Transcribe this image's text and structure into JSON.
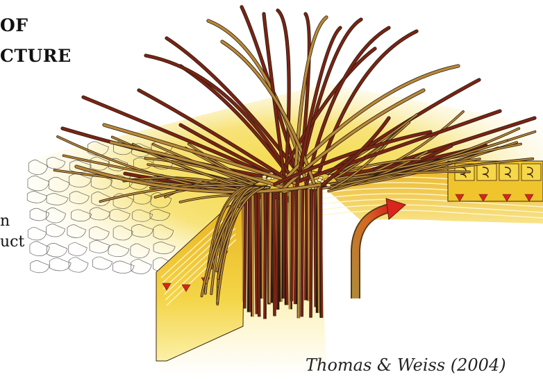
{
  "labels": {
    "title_line_1": "OF",
    "title_line_2": "CTURE",
    "side_label_1": "n",
    "side_label_2": "uct"
  },
  "credit": "Thomas & Weiss (2004)",
  "colors": {
    "sediment_light": "#fbf2b6",
    "sediment_yellow": "#f3d73c",
    "sediment_gold": "#e3a81a",
    "fiber_brown": "#7a2414",
    "fiber_tan": "#b8893a",
    "arrow_red": "#d8261c",
    "outline": "#2a1a10"
  },
  "icons": [
    "down-flow-arrow-icon",
    "curved-flow-arrow-icon",
    "swirl-cell-icon"
  ]
}
